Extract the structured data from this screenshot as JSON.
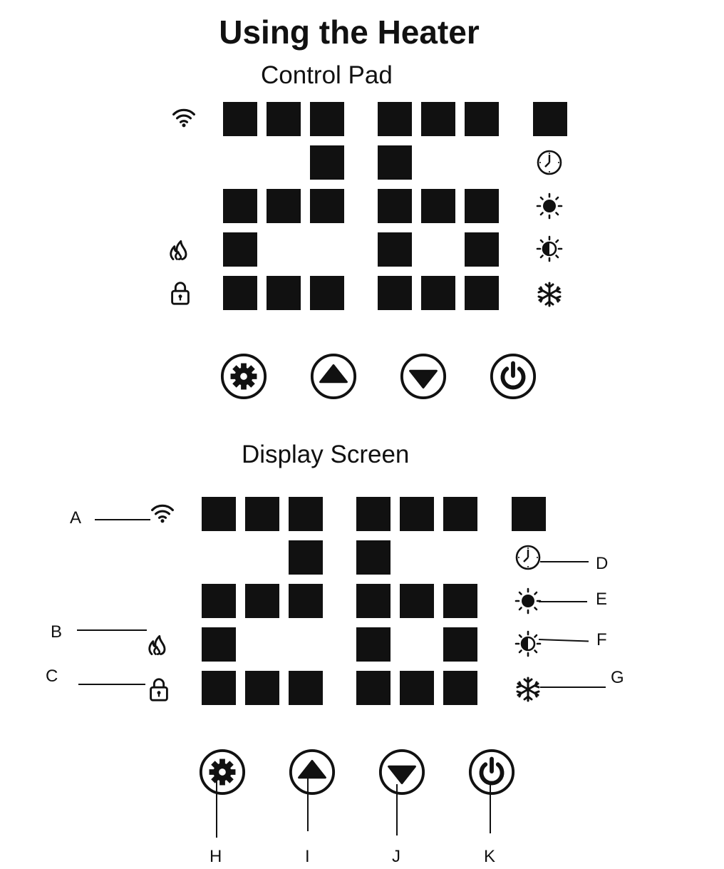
{
  "header": {
    "title": "Using the Heater"
  },
  "control_pad": {
    "heading": "Control Pad",
    "display_digits": "26"
  },
  "display_screen": {
    "heading": "Display Screen",
    "display_digits": "26",
    "callouts": {
      "wifi": "A",
      "flame": "B",
      "lock": "C",
      "timer": "D",
      "high_heat": "E",
      "low_heat": "F",
      "fan": "G",
      "settings": "H",
      "up": "I",
      "down": "J",
      "power": "K"
    }
  },
  "icons": {
    "wifi": "wifi-icon",
    "flame": "flame-icon",
    "lock": "lock-icon",
    "timer": "clock-icon",
    "high_heat": "sun-filled-icon",
    "low_heat": "sun-half-icon",
    "fan": "snowflake-icon",
    "settings": "gear-icon",
    "up": "triangle-up-icon",
    "down": "triangle-down-icon",
    "power": "power-icon"
  },
  "colors": {
    "segment": "#111111",
    "background": "#ffffff"
  }
}
